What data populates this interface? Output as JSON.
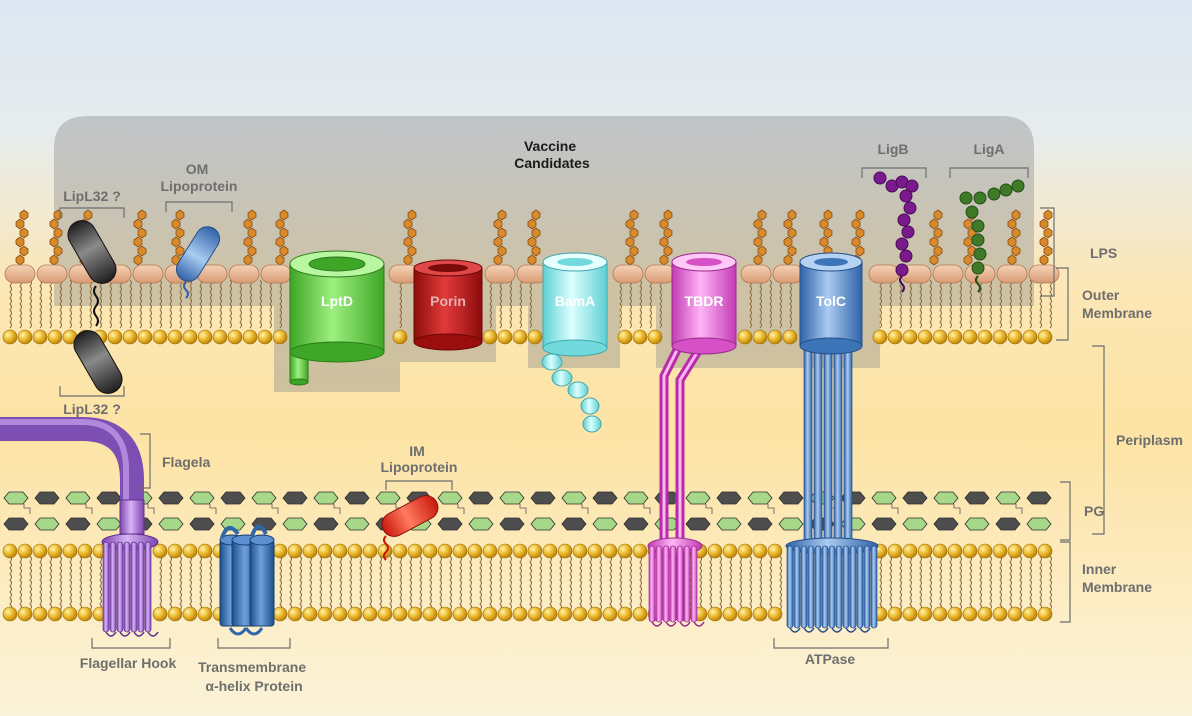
{
  "group_label": [
    "Vaccine",
    "Candidates"
  ],
  "layers": {
    "lps": "LPS",
    "outer_membrane": [
      "Outer",
      "Membrane"
    ],
    "periplasm": "Periplasm",
    "pg": "PG",
    "inner_membrane": [
      "Inner",
      "Membrane"
    ]
  },
  "proteins": {
    "lptd": "LptD",
    "porin": "Porin",
    "bama": "BamA",
    "tbdr": "TBDR",
    "tolc": "TolC"
  },
  "annotations": {
    "lipl32_top": "LipL32 ?",
    "lipl32_bottom": "LipL32 ?",
    "om_lipoprotein": [
      "OM",
      "Lipoprotein"
    ],
    "ligb": "LigB",
    "liga": "LigA",
    "flagela": "Flagela",
    "im_lipoprotein": [
      "IM",
      "Lipoprotein"
    ],
    "flagellar_hook": "Flagellar Hook",
    "transmembrane": [
      "Transmembrane",
      "α-helix Protein"
    ],
    "atpase": "ATPase"
  },
  "colors": {
    "lptd": "#4cc234",
    "porin": "#b41414",
    "bama": "#8ff0f2",
    "tbdr": "#e55fd6",
    "tolc": "#4f86c8",
    "ligb": "#7a1a8c",
    "liga": "#3f7a28",
    "flagellum": "#9b64c8",
    "im_lipoprotein": "#e02e1e",
    "transmembrane": "#2e68a8",
    "lipl32": "#3c3c3c",
    "om_lipoprotein": "#4f86c8"
  }
}
